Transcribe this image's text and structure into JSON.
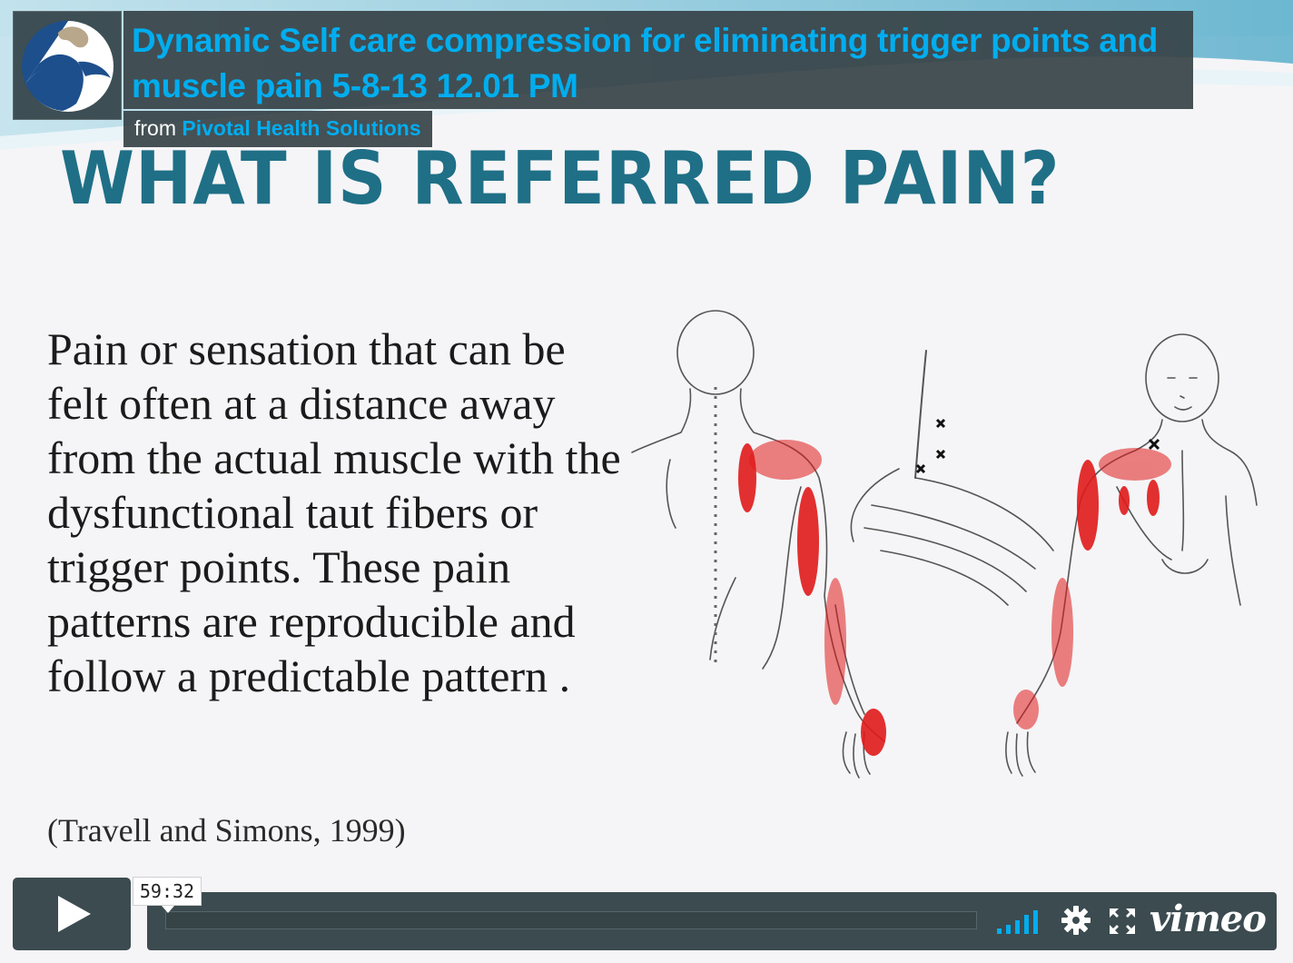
{
  "video": {
    "title": "Dynamic Self care compression for eliminating trigger points and muscle pain 5-8-13 12.01 PM",
    "from_label": "from",
    "owner": "Pivotal Health Solutions"
  },
  "slide": {
    "title": "WHAT IS REFERRED PAIN?",
    "body": "Pain or sensation that can be felt often at a distance away from the actual muscle with the dysfunctional taut fibers or trigger points. These pain patterns are reproducible and follow a predictable pattern .",
    "citation": "(Travell and Simons, 1999)"
  },
  "player": {
    "timecode": "59:32",
    "progress_fraction": 0,
    "brand": "vimeo"
  },
  "icons": {
    "play": "play-icon",
    "volume": "volume-icon",
    "settings": "gear-icon",
    "fullscreen": "fullscreen-icon"
  },
  "colors": {
    "accent": "#00adef",
    "overlay": "#364246",
    "slide_title": "#1f6f86",
    "trigger_red": "#e01b1b"
  }
}
